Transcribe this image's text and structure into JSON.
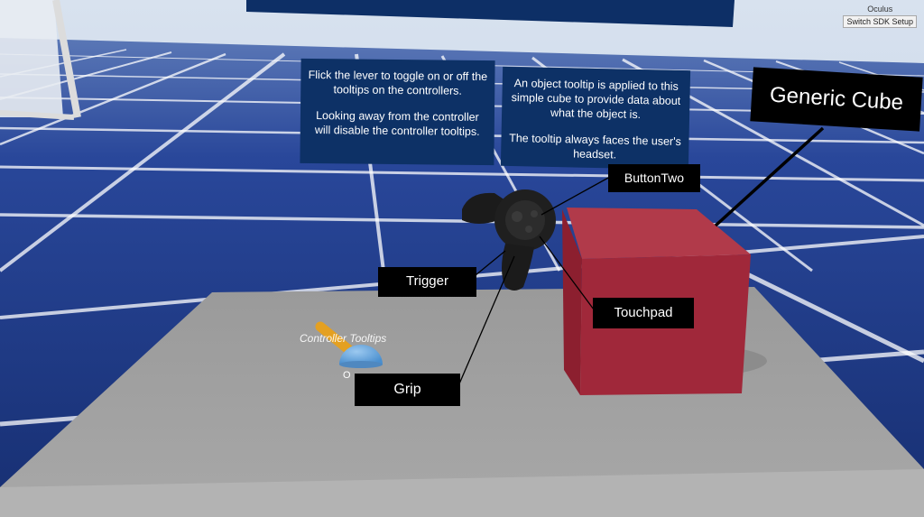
{
  "overlay": {
    "sdk_name": "Oculus",
    "switch_button_label": "Switch SDK Setup"
  },
  "panels": {
    "left": {
      "paragraph_1": "Flick the lever to toggle on or off the tooltips on the controllers.",
      "paragraph_2": "Looking away from the controller will disable the controller tooltips."
    },
    "right": {
      "paragraph_1": "An object tooltip is applied to this simple cube to provide data about what the object is.",
      "paragraph_2": "The tooltip always faces the user's headset."
    }
  },
  "tooltips": {
    "button_two": "ButtonTwo",
    "trigger": "Trigger",
    "touchpad": "Touchpad",
    "grip": "Grip",
    "generic_cube": "Generic Cube"
  },
  "table_label": {
    "title": "Controller Tooltips",
    "state": "O"
  },
  "colors": {
    "sky": "#c7d6ea",
    "floor": "#1e3e86",
    "grid_line": "#ffffff",
    "panel_bg": "#0d3166",
    "cube_red": "#a32a3a",
    "table_gray": "#a0a0a0",
    "lever_knob": "#63a7df",
    "lever_handle": "#e4a021"
  }
}
